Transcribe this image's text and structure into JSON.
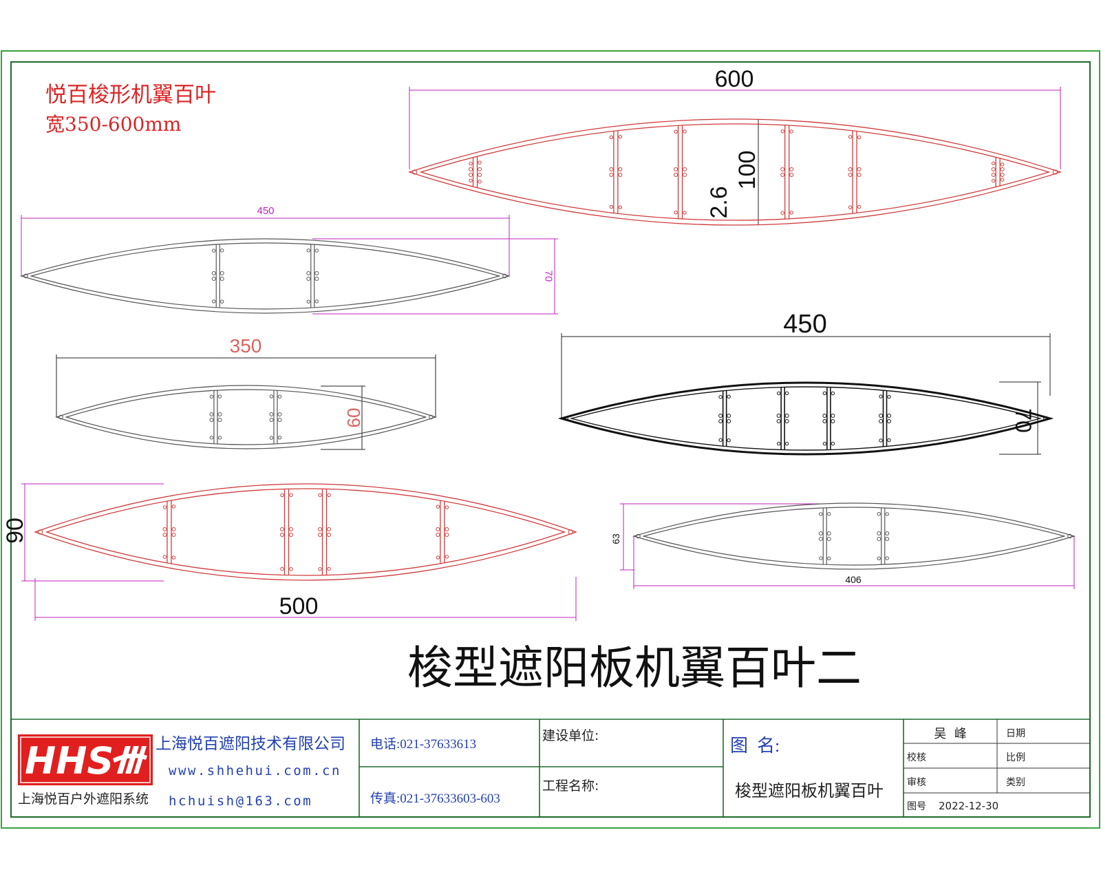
{
  "header": {
    "product_name": "悦百梭形机翼百叶",
    "width_range": "宽350-600mm"
  },
  "dimensions": {
    "p600": {
      "width": "600",
      "height": "100",
      "wall": "2.6"
    },
    "p450_top": {
      "width": "450",
      "height": "70"
    },
    "p350": {
      "width": "350",
      "height": "60"
    },
    "p500": {
      "width": "500",
      "height": "90"
    },
    "p450_black": {
      "width": "450",
      "height": "70"
    },
    "p406": {
      "width": "406",
      "height": "63"
    }
  },
  "drawing_title": "梭型遮阳板机翼百叶二",
  "title_block": {
    "logo": {
      "text": "HHS",
      "caption": "上海悦百户外遮阳系统",
      "icon": "logo-mark-icon"
    },
    "company": "上海悦百遮阳技术有限公司",
    "website": "www.shhehui.com.cn",
    "email": "hchuish@163.com",
    "phone": "电话:021-37633613",
    "fax": "传真:021-37633603-603",
    "construction_unit_label": "建设单位:",
    "project_name_label": "工程名称:",
    "drawing_name_label": "图  名:",
    "drawing_name": "梭型遮阳板机翼百叶",
    "sign_grid": {
      "designer": "吴  峰",
      "date_label": "日期",
      "checker_label": "校核",
      "scale_label": "比例",
      "reviewer_label": "审核",
      "category_label": "类别",
      "drawing_no_label": "图号",
      "drawing_no": "2022-12-30"
    }
  },
  "colors": {
    "frame_outer": "#3aa13c",
    "frame_inner": "#1d6b2b",
    "red_profile": "#cf3a3a",
    "dimension_magenta": "#c21fc2",
    "dimension_pink": "#d9645f",
    "title_red": "#d92525",
    "title_block_blue": "#2240b0",
    "logo_bg": "#e11f1f",
    "gray_profile": "#555555",
    "black_profile": "#111111"
  }
}
